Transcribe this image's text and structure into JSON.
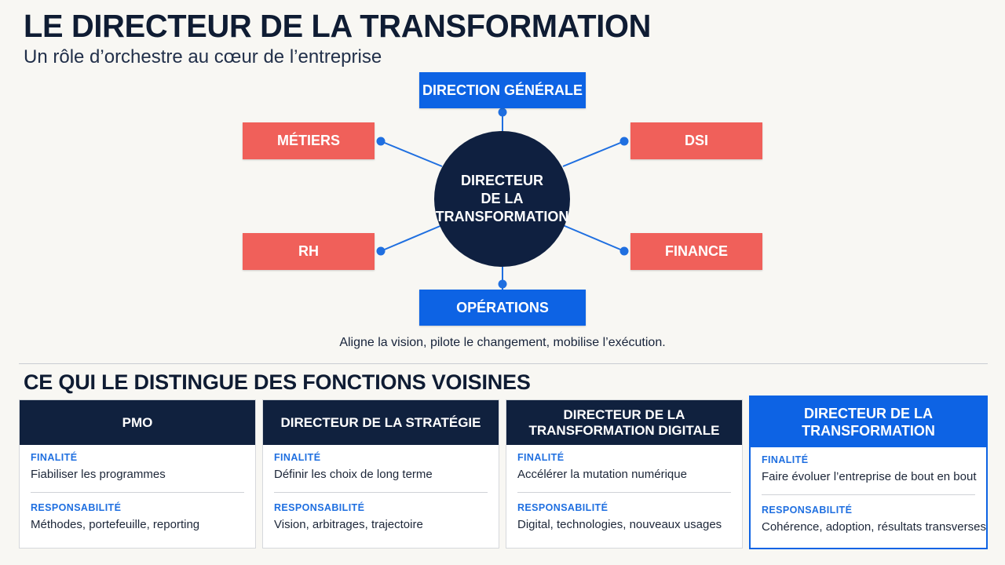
{
  "header": {
    "title": "LE DIRECTEUR DE LA TRANSFORMATION",
    "subtitle": "Un rôle d’orchestre au cœur de l’entreprise"
  },
  "diagram": {
    "hub_lines": [
      "DIRECTEUR",
      "DE LA",
      "TRANSFORMATION"
    ],
    "nodes": {
      "top": "DIRECTION GÉNÉRALE",
      "bottom": "OPÉRATIONS",
      "top_left": "MÉTIERS",
      "top_right": "DSI",
      "bottom_left": "RH",
      "bottom_right": "FINANCE"
    },
    "colors": {
      "blue": "#0d63e4",
      "red": "#f0605a",
      "navy": "#0f2040"
    },
    "tagline": "Aligne la vision, pilote le changement, mobilise l’exécution."
  },
  "comparison": {
    "title": "CE QUI LE DISTINGUE DES FONCTIONS VOISINES",
    "purpose_label": "FINALITÉ",
    "responsibility_label": "RESPONSABILITÉ",
    "cards": [
      {
        "title_lines": [
          "PMO"
        ],
        "purpose": "Fiabiliser les programmes",
        "responsibility": "Méthodes, portefeuille, reporting"
      },
      {
        "title_lines": [
          "DIRECTEUR DE LA STRATÉGIE"
        ],
        "purpose": "Définir les choix de long terme",
        "responsibility": "Vision, arbitrages, trajectoire"
      },
      {
        "title_lines": [
          "DIRECTEUR DE LA",
          "TRANSFORMATION DIGITALE"
        ],
        "purpose": "Accélérer la mutation numérique",
        "responsibility": "Digital, technologies, nouveaux usages"
      },
      {
        "title_lines": [
          "DIRECTEUR DE LA",
          "TRANSFORMATION"
        ],
        "purpose": "Faire évoluer l’entreprise de bout en bout",
        "responsibility": "Cohérence, adoption, résultats transverses"
      }
    ]
  }
}
